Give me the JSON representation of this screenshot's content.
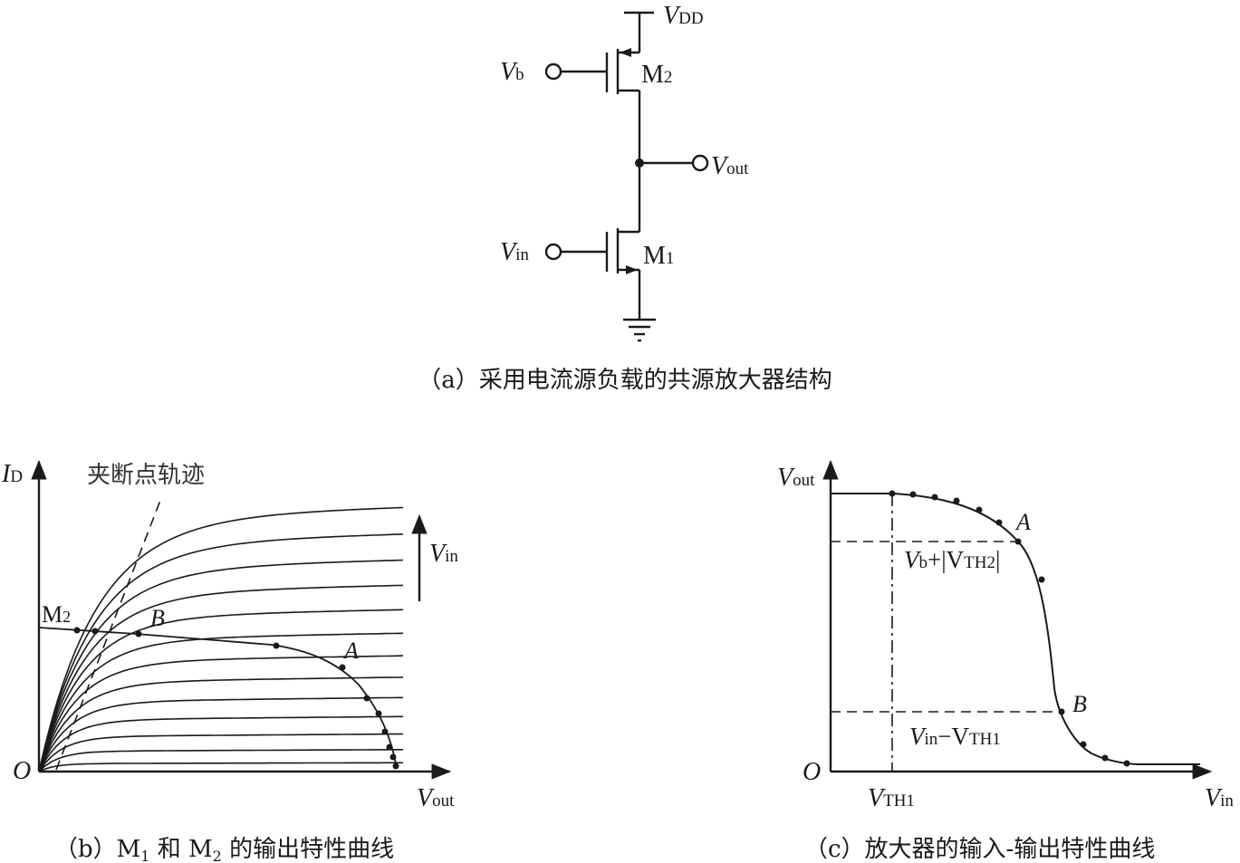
{
  "circuit": {
    "vdd": {
      "v": "V",
      "sub": "DD"
    },
    "vb": {
      "v": "V",
      "sub": "b"
    },
    "vout": {
      "v": "V",
      "sub": "out"
    },
    "vin": {
      "v": "V",
      "sub": "in"
    },
    "m2": {
      "m": "M",
      "sub": "2"
    },
    "m1": {
      "m": "M",
      "sub": "1"
    },
    "caption": "（a）采用电流源负载的共源放大器结构"
  },
  "plot_b": {
    "ylabel": {
      "v": "I",
      "sub": "D"
    },
    "xlabel": {
      "v": "V",
      "sub": "out"
    },
    "origin": "O",
    "pinch_label": "夹断点轨迹",
    "vin_arrow": {
      "v": "V",
      "sub": "in"
    },
    "m2_label": {
      "m": "M",
      "sub": "2"
    },
    "point_a": "A",
    "point_b": "B",
    "caption": {
      "pre": "（b）M",
      "s1": "1",
      "mid": " 和 M",
      "s2": "2",
      "post": " 的输出特性曲线"
    }
  },
  "plot_c": {
    "ylabel": {
      "v": "V",
      "sub": "out"
    },
    "xlabel": {
      "v": "V",
      "sub": "in"
    },
    "origin": "O",
    "vth1": {
      "v": "V",
      "sub": "TH1"
    },
    "level_hi": {
      "a": "V",
      "as": "b",
      "b": "+|V",
      "bs": "TH2",
      "c": "|"
    },
    "level_lo": {
      "a": "V",
      "as": "in",
      "b": "−V",
      "bs": "TH1"
    },
    "point_a": "A",
    "point_b": "B",
    "caption": "（c）放大器的输入-输出特性曲线"
  },
  "chart_data": {
    "type": "line",
    "series_count_b": 13,
    "xlabel": "Vout",
    "ylabel": "ID",
    "points": [
      "A",
      "B"
    ]
  }
}
